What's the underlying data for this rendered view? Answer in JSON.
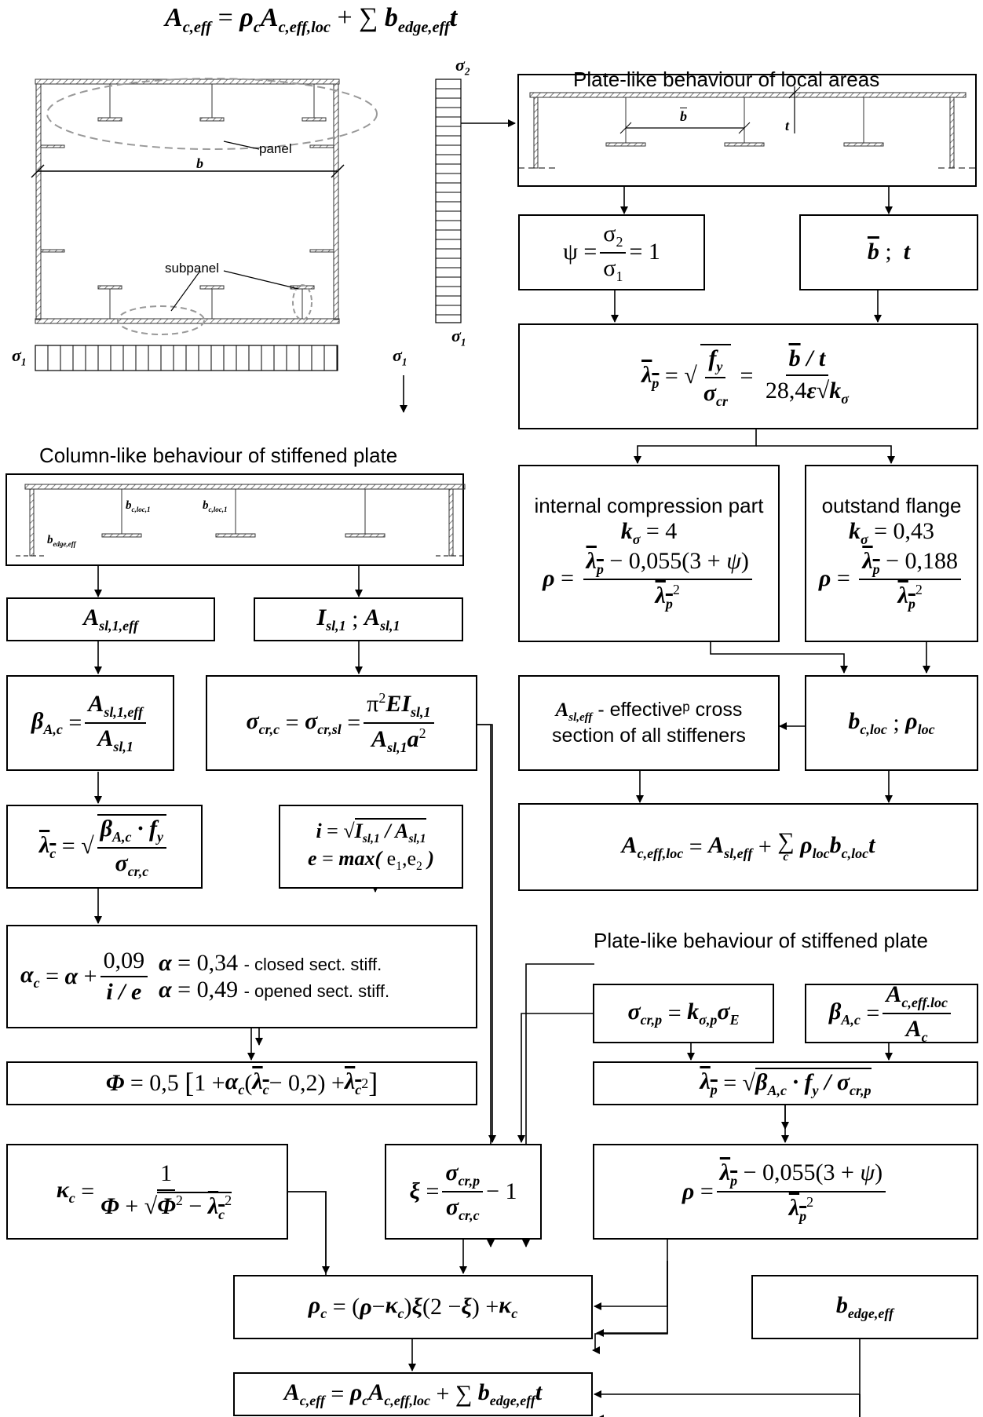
{
  "top_formula": "A_c,eff = ρ_c A_c,eff,loc + Σ b_edge,eff t",
  "diagram_labels": {
    "panel": "panel",
    "subpanel": "subpanel",
    "b": "b",
    "sigma1": "σ1",
    "sigma2": "σ2",
    "b_bar": "b̄",
    "t": "t",
    "b_edge_eff": "b_edge,eff",
    "b_c_loc_1": "b_c,loc,1"
  },
  "headings": {
    "plate_local": "Plate-like behaviour of local areas",
    "column_like": "Column-like behaviour of stiffened plate",
    "plate_stiffened": "Plate-like behaviour of stiffened plate"
  },
  "boxes": {
    "psi": "ψ = σ2/σ1 = 1",
    "bbar_t": "b̄ ; t",
    "lambda_p": "λ̄p = √(fy/σcr) = (b̄/t)/(28,4ε√kσ)",
    "internal_title": "internal compression part",
    "internal_k": "kσ = 4",
    "internal_rho": "ρ = (λ̄p − 0,055(3+ψ))/λ̄p²",
    "outstand_title": "outstand flange",
    "outstand_k": "kσ = 0,43",
    "outstand_rho": "ρ = (λ̄p − 0,188)/λ̄p²",
    "a_sl_eff_text": " - effectiveᵖ cross section of all stiffeners",
    "a_sl_eff_line1": "- effectiveᵖ cross",
    "a_sl_eff_line2": "section of all stiffeners",
    "b_c_loc": "bc,loc ; ρloc",
    "a_c_eff_loc": "Ac,eff,loc = Asl,eff + Σc ρloc bc,loc t",
    "a_sl_1_eff": "Asl,1,eff",
    "i_sl_a_sl": "Isl,1 ; Asl,1",
    "beta_a_c": "βA,c = Asl,1,eff / Asl,1",
    "sigma_cr_c": "σcr,c = σcr,sl = π²EIsl,1 / (Asl,1 a²)",
    "lambda_c": "λ̄c = √(βA,c·fy/σcr,c)",
    "i_e": "i = √(Isl,1/Asl,1)   e = max(e1,e2)",
    "alpha_c": "αc = α + 0,09/(i/e)",
    "alpha_closed": "α = 0,34 - closed sect. stiff.",
    "alpha_opened": "α = 0,49 - opened sect. stiff.",
    "phi": "Φ = 0,5[1 + αc(λ̄c − 0,2) + λ̄c²]",
    "sigma_cr_p": "σcr,p = kσ,p σE",
    "beta_a_c_2": "βA,c = Ac,eff.loc / Ac",
    "lambda_p_2": "λ̄p = √(βA,c·fy/σcr,p)",
    "kappa_c": "κc = 1/(Φ + √(Φ² − λ̄c²))",
    "xi": "ξ = σcr,p/σcr,c − 1",
    "rho_2": "ρ = (λ̄p − 0,055(3+ψ))/λ̄p²",
    "rho_c": "ρc = (ρ − κc)ξ(2 − ξ) + κc",
    "b_edge_eff": "bedge,eff",
    "final": "Ac,eff = ρc Ac,eff,loc + Σ bedge,eff t"
  },
  "small_text": {
    "closed": "closed sect. stiff.",
    "opened": "opened sect. stiff.",
    "internal": "internal compression part",
    "outstand": "outstand flange"
  }
}
